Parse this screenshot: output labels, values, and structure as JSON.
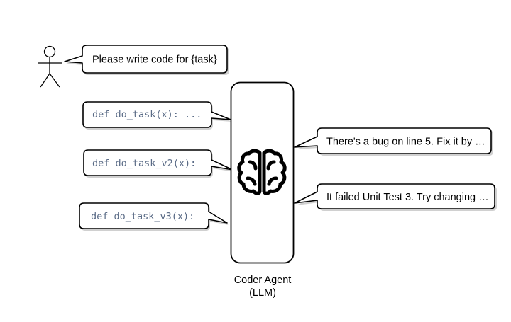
{
  "user": {
    "icon": "stick-figure-icon",
    "message": "Please write code for {task}"
  },
  "code_outputs": [
    "def do_task(x): ...",
    "def do_task_v2(x):",
    "def do_task_v3(x):"
  ],
  "feedback": [
    "There's a bug on line 5. Fix it by …",
    "It failed Unit Test 3. Try changing …"
  ],
  "agent": {
    "icon": "brain-icon",
    "label_line1": "Coder Agent",
    "label_line2": "(LLM)"
  },
  "colors": {
    "code_text": "#5a6b86",
    "outline": "#000000"
  }
}
